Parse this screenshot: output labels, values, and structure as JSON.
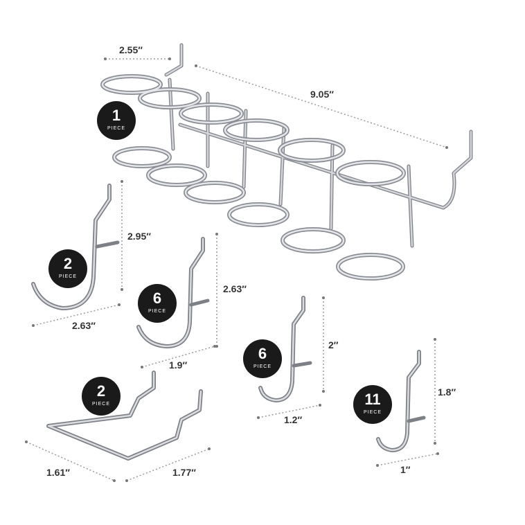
{
  "colors": {
    "wire": "#c6c8cc",
    "wire_dark": "#7d8087",
    "dim_line": "#999999",
    "badge": "#1a1a1a"
  },
  "badges": [
    {
      "count": "1",
      "unit": "PIECE"
    },
    {
      "count": "2",
      "unit": "PIECE"
    },
    {
      "count": "6",
      "unit": "PIECE"
    },
    {
      "count": "2",
      "unit": "PIECE"
    },
    {
      "count": "6",
      "unit": "PIECE"
    },
    {
      "count": "11",
      "unit": "PIECE"
    }
  ],
  "dimensions": {
    "holder_spacing": "2.55″",
    "holder_length": "9.05″",
    "jhook_height": "2.95″",
    "jhook_width": "2.63″",
    "medium_height": "2.63″",
    "medium_width": "1.9″",
    "small_height": "2″",
    "small_width": "1.2″",
    "mini_height": "1.8″",
    "mini_width": "1″",
    "loop_depth": "1.61″",
    "loop_width": "1.77″"
  }
}
